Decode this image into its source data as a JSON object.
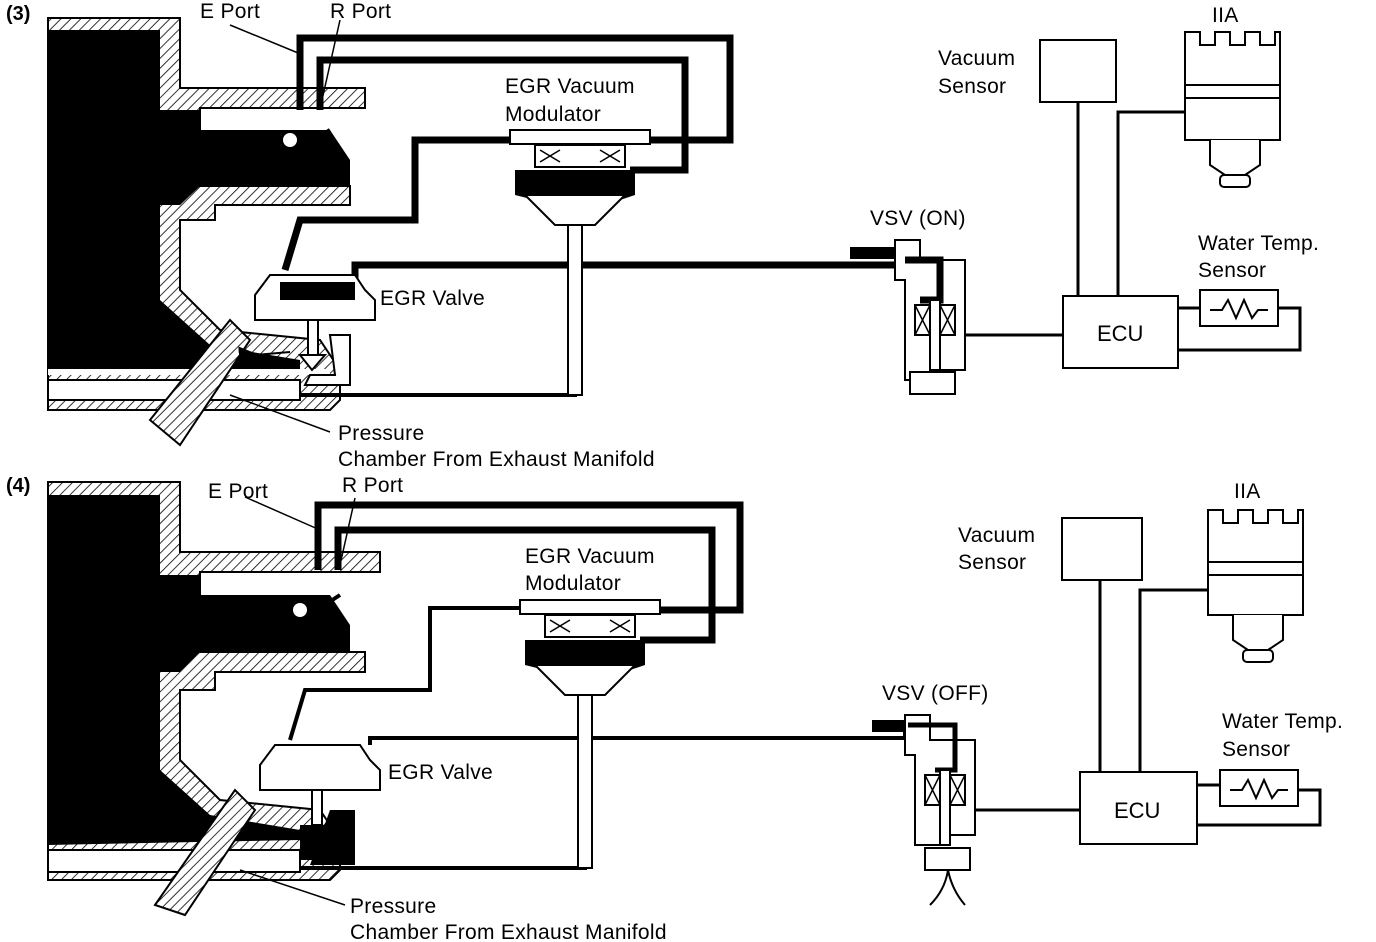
{
  "panels": [
    {
      "number": "(3)",
      "labels": {
        "e_port": "E Port",
        "r_port": "R Port",
        "modulator_line1": "EGR Vacuum",
        "modulator_line2": "Modulator",
        "egr_valve": "EGR Valve",
        "vsv": "VSV (ON)",
        "pressure_line1": "Pressure",
        "pressure_line2": "Chamber From Exhaust Manifold",
        "vacuum_sensor_line1": "Vacuum",
        "vacuum_sensor_line2": "Sensor",
        "iia": "IIA",
        "water_temp_line1": "Water Temp.",
        "water_temp_line2": "Sensor",
        "ecu": "ECU"
      }
    },
    {
      "number": "(4)",
      "labels": {
        "e_port": "E Port",
        "r_port": "R Port",
        "modulator_line1": "EGR Vacuum",
        "modulator_line2": "Modulator",
        "egr_valve": "EGR Valve",
        "vsv": "VSV (OFF)",
        "pressure_line1": "Pressure",
        "pressure_line2": "Chamber From Exhaust Manifold",
        "vacuum_sensor_line1": "Vacuum",
        "vacuum_sensor_line2": "Sensor",
        "iia": "IIA",
        "water_temp_line1": "Water Temp.",
        "water_temp_line2": "Sensor",
        "ecu": "ECU"
      }
    }
  ],
  "colors": {
    "ink": "#000000",
    "paper": "#ffffff"
  }
}
